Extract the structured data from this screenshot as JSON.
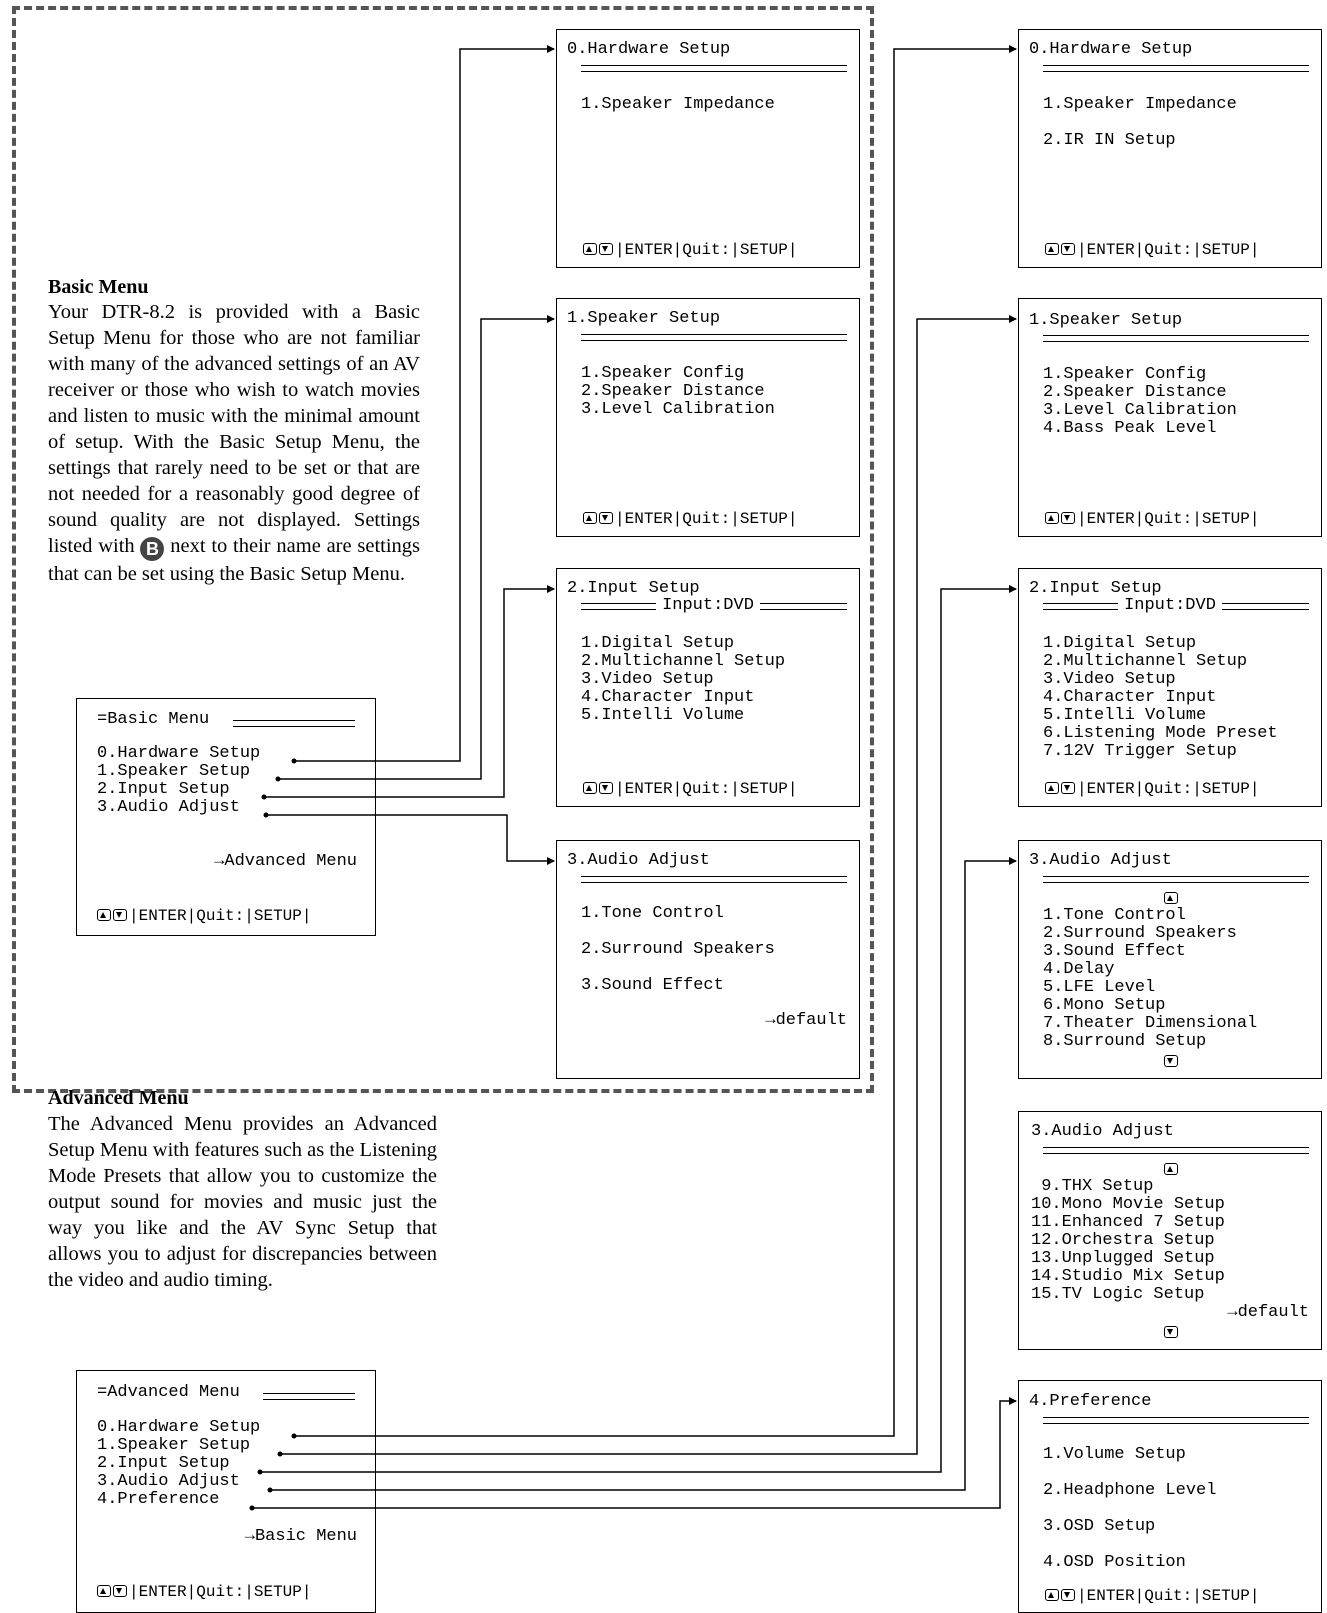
{
  "footer_controls": {
    "enter": "ENTER",
    "quit": "Quit:",
    "setup": "SETUP"
  },
  "basic_menu_section": {
    "heading": "Basic Menu",
    "text_before_icon": "Your DTR-8.2 is provided with a Basic Setup Menu for those who are not familiar with many of the advanced settings of an AV receiver or those who wish to watch movies and listen to music with the minimal amount of setup. With the Basic Setup Menu, the settings that rarely need to be set or that are not needed for a reasonably good degree of sound quality are not displayed. Settings listed with",
    "icon_letter": "B",
    "text_after_icon": "next to their name are settings that can be set using the Basic Setup Menu."
  },
  "advanced_menu_section": {
    "heading": "Advanced Menu",
    "text": "The Advanced Menu provides an Advanced Setup Menu with features such as the Listening Mode Presets that allow you to customize the output sound for movies and music just the way you like and the AV Sync Setup that allows you to adjust for discrepancies between the video and audio timing."
  },
  "basic_menu_box": {
    "title": "=Basic Menu",
    "items": [
      "0.Hardware Setup",
      "1.Speaker Setup",
      "2.Input Setup",
      "3.Audio Adjust"
    ],
    "link": "→Advanced Menu"
  },
  "advanced_menu_box": {
    "title": "=Advanced Menu",
    "items": [
      "0.Hardware Setup",
      "1.Speaker Setup",
      "2.Input Setup",
      "3.Audio Adjust",
      "4.Preference"
    ],
    "link": "→Basic Menu"
  },
  "basic_screens": {
    "hardware": {
      "title": "0.Hardware Setup",
      "items": [
        "1.Speaker Impedance"
      ]
    },
    "speaker": {
      "title": "1.Speaker Setup",
      "items": [
        "1.Speaker Config",
        "2.Speaker Distance",
        "3.Level Calibration"
      ]
    },
    "input": {
      "title": "2.Input Setup",
      "subtitle": "Input:DVD",
      "items": [
        "1.Digital Setup",
        "2.Multichannel Setup",
        "3.Video Setup",
        "4.Character Input",
        "5.Intelli Volume"
      ]
    },
    "audio": {
      "title": "3.Audio Adjust",
      "items": [
        "1.Tone Control",
        "2.Surround Speakers",
        "3.Sound Effect"
      ],
      "link": "→default"
    }
  },
  "advanced_screens": {
    "hardware": {
      "title": "0.Hardware Setup",
      "items": [
        "1.Speaker Impedance",
        "2.IR IN Setup"
      ]
    },
    "speaker": {
      "title": "1.Speaker Setup",
      "items": [
        "1.Speaker Config",
        "2.Speaker Distance",
        "3.Level Calibration",
        "4.Bass Peak Level"
      ]
    },
    "input": {
      "title": "2.Input Setup",
      "subtitle": "Input:DVD",
      "items": [
        "1.Digital Setup",
        "2.Multichannel Setup",
        "3.Video Setup",
        "4.Character Input",
        "5.Intelli Volume",
        "6.Listening Mode Preset",
        "7.12V Trigger Setup"
      ]
    },
    "audio1": {
      "title": "3.Audio Adjust",
      "items": [
        "1.Tone Control",
        "2.Surround Speakers",
        "3.Sound Effect",
        "4.Delay",
        "5.LFE Level",
        "6.Mono Setup",
        "7.Theater Dimensional",
        "8.Surround Setup"
      ]
    },
    "audio2": {
      "title": "3.Audio Adjust",
      "items": [
        " 9.THX Setup",
        "10.Mono Movie Setup",
        "11.Enhanced 7 Setup",
        "12.Orchestra Setup",
        "13.Unplugged Setup",
        "14.Studio Mix Setup",
        "15.TV Logic Setup"
      ],
      "link": "→default"
    },
    "preference": {
      "title": "4.Preference",
      "items": [
        "1.Volume Setup",
        "2.Headphone Level",
        "3.OSD Setup",
        "4.OSD Position"
      ]
    }
  }
}
